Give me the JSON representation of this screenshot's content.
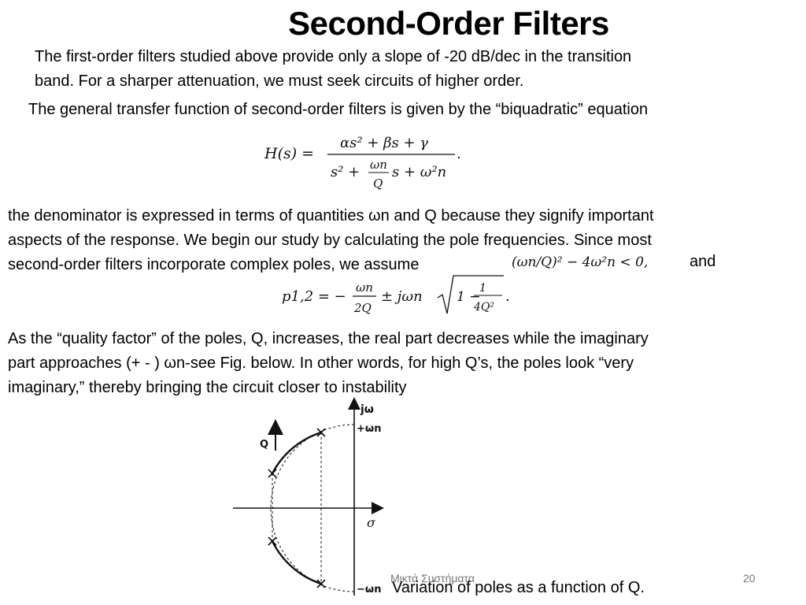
{
  "slide": {
    "title": "Second-Order Filters",
    "paragraph1_line1": "The first-order filters studied above provide only a slope of -20 dB/dec in the transition",
    "paragraph1_line2": "band. For a sharper attenuation, we must seek circuits of higher order.",
    "paragraph2": "The general transfer function of second-order filters is given by the “biquadratic” equation",
    "paragraph3_line1": "the denominator is expressed in terms of quantities  ωn and Q because they signify important",
    "paragraph3_line2": "aspects of the response. We begin our study by calculating the pole frequencies. Since most",
    "paragraph3_line3": "second-order filters incorporate complex poles, we assume",
    "paragraph3_and": "and",
    "paragraph4_line1": "As the “quality factor” of the poles, Q, increases, the real part decreases while the imaginary",
    "paragraph4_line2": "part approaches (+ - ) ωn-see Fig. below.  In other words, for high Q’s, the poles look “very",
    "paragraph4_line3": "imaginary,” thereby bringing the circuit closer to instability",
    "footer_text": "Μικτά  Συστήματα",
    "page_number": "20",
    "caption": "Variation of poles as a function of Q."
  },
  "equations": {
    "transfer_function": {
      "lhs": "H(s) =",
      "numerator": "αs² + βs + γ",
      "denom_s2": "s² +",
      "denom_frac_num": "ωn",
      "denom_frac_den": "Q",
      "denom_rest": "s + ω²n",
      "trail": "."
    },
    "condition": "(ωn/Q)² − 4ω²n  < 0,",
    "poles": {
      "lhs": "p1,2 = −",
      "frac_num": "ωn",
      "frac_den": "2Q",
      "mid": "± jωn",
      "sqrt_one": "1 −",
      "sqrt_frac_num": "1",
      "sqrt_frac_den": "4Q²",
      "trail": "."
    }
  },
  "figure": {
    "imag_axis_label": "jω",
    "real_axis_label": "σ",
    "q_label": "Q",
    "plus_wn": "+ωn",
    "minus_wn": "−ωn"
  }
}
